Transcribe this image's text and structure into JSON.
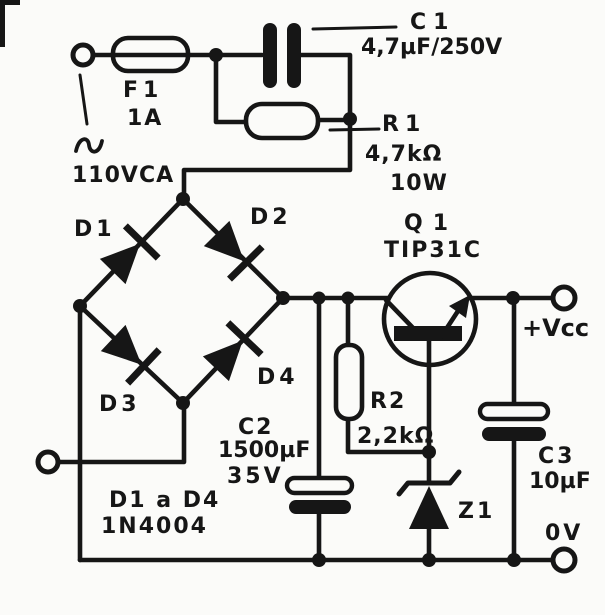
{
  "colors": {
    "ink": "#161616",
    "paper": "#fbfbf9"
  },
  "components": {
    "fuse_f1": {
      "label": "F1",
      "value": "1A"
    },
    "cap_c1": {
      "label": "C1",
      "value": "4,7µF/250V"
    },
    "res_r1": {
      "label": "R1",
      "value": "4,7kΩ",
      "power": "10W"
    },
    "ac_supply": {
      "value": "110VCA"
    },
    "diode_d1": {
      "label": "D1"
    },
    "diode_d2": {
      "label": "D2"
    },
    "diode_d3": {
      "label": "D3"
    },
    "diode_d4": {
      "label": "D4"
    },
    "transistor_q1": {
      "label": "Q1",
      "value": "TIP31C"
    },
    "res_r2": {
      "label": "R2",
      "value": "2,2kΩ"
    },
    "cap_c2": {
      "label": "C2",
      "value": "1500µF",
      "voltage": "35V"
    },
    "zener_z1": {
      "label": "Z1"
    },
    "cap_c3": {
      "label": "C3",
      "value": "10µF"
    },
    "diode_note": {
      "range": "D1 a D4",
      "part": "1N4004"
    },
    "output_vcc": {
      "label": "+Vcc"
    },
    "output_gnd": {
      "label": "0V"
    }
  }
}
